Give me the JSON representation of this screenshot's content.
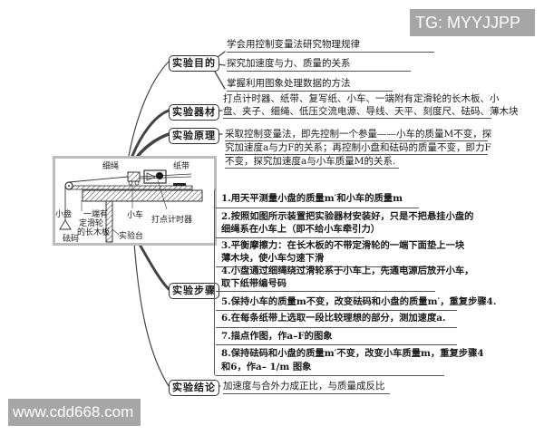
{
  "watermarks": {
    "top_right": "TG: MYYJJPP",
    "bottom_left": "www.cdd668.com"
  },
  "mindmap": {
    "purpose": {
      "label": "实验目的",
      "items": [
        "学会用控制变量法研究物理规律",
        "探究加速度与力、质量的关系",
        "掌握利用图象处理数据的方法"
      ]
    },
    "equipment": {
      "label": "实验器材",
      "lines": [
        "打点计时器、纸带、复写纸、小车、一端附有定滑轮的长木板、小",
        "盘、夹子、细绳、低压交流电源、导线、天平、刻度尺、砝码、薄木块"
      ]
    },
    "principle": {
      "label": "实验原理",
      "lines": [
        "采取控制变量法，即先控制一个参量——小车的质量M不变，探",
        "究加速度a与力F的关系；再控制小盘和砝码的质量不变，即力F",
        "不变，探究加速度a与小车质量M的关系."
      ]
    },
    "steps": {
      "label": "实验步骤",
      "items": [
        {
          "lines": [
            "1.用天平测量小盘的质量m′和小车的质量m"
          ]
        },
        {
          "lines": [
            "2.按照如图所示装置把实验器材安装好，只是不把悬挂小盘的",
            "细绳系在小车上（即不给小车牵引力）"
          ]
        },
        {
          "lines": [
            "3.平衡摩擦力：在长木板的不带定滑轮的一端下面垫上一块",
            "薄木块，使小车匀速下滑"
          ]
        },
        {
          "lines": [
            "4.小盘通过细绳绕过滑轮系于小车上，先通电源后放开小车，",
            "取下纸带编号码"
          ]
        },
        {
          "lines": [
            "5.保持小车的质量m不变，改变砝码和小盘的质量m′，重复步骤4."
          ]
        },
        {
          "lines": [
            "6.在每条纸带上选取一段比较理想的部分，测加速度a."
          ]
        },
        {
          "lines": [
            "7.描点作图，作a–F的图象"
          ]
        },
        {
          "lines": [
            "8.保持砝码和小盘的质量m′不变，改变小车质量m，重复步骤4",
            "和6，作a– 1/m 图象"
          ]
        }
      ],
      "fraction": {
        "numerator": "1",
        "denominator": "m"
      }
    },
    "conclusion": {
      "label": "实验结论",
      "text": "加速度与合外力成正比，与质量成反比"
    }
  },
  "apparatus_diagram": {
    "labels": {
      "rope": "细绳",
      "tape": "纸带",
      "pan": "小盘",
      "board": [
        "一端有",
        "定滑轮",
        "的长木板"
      ],
      "weight": "砝码",
      "cart": "小车",
      "timer": "打点计时器",
      "table": "实验台"
    }
  }
}
